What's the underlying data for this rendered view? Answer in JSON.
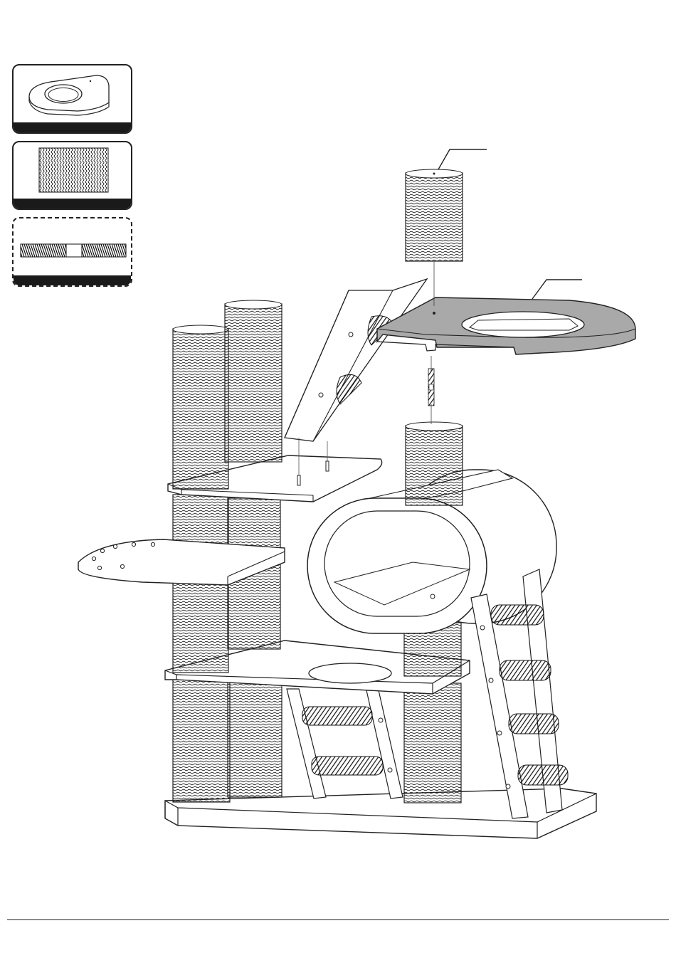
{
  "palette": {
    "ink": "#1a1a1a",
    "highlight_board": "#a9a9a9",
    "sisal": "#2b2b2b",
    "paper": "#ffffff"
  },
  "parts_legend": [
    {
      "part": "platform-with-hole",
      "frame": "solid"
    },
    {
      "part": "sisal-post",
      "frame": "solid"
    },
    {
      "part": "threaded-connector-bolt",
      "frame": "dashed"
    }
  ],
  "callouts": [
    {
      "target": "sisal-post"
    },
    {
      "target": "platform-with-hole"
    }
  ]
}
